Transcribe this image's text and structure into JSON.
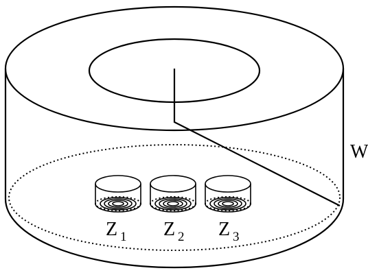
{
  "labels": {
    "wall": "W",
    "zones": [
      {
        "letter": "Z",
        "index": "1"
      },
      {
        "letter": "Z",
        "index": "2"
      },
      {
        "letter": "Z",
        "index": "3"
      }
    ]
  }
}
